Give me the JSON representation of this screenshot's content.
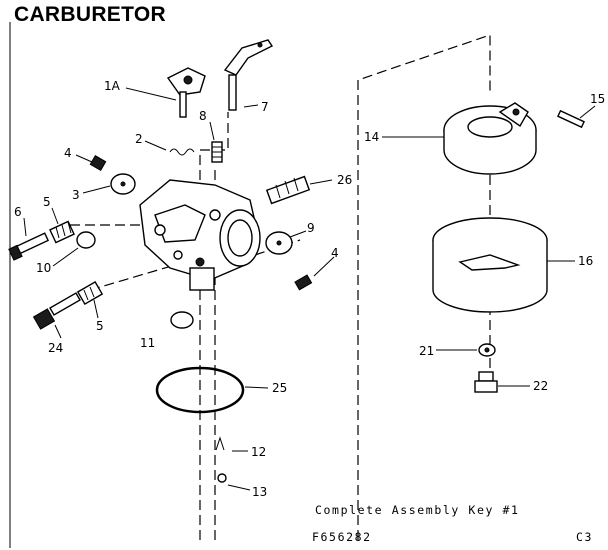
{
  "title": "CARBURETOR",
  "parts": {
    "p1A": "1A",
    "p7": "7",
    "p2": "2",
    "p8": "8",
    "p4a": "4",
    "p3": "3",
    "p26": "26",
    "p6": "6",
    "p5a": "5",
    "p9": "9",
    "p4b": "4",
    "p10": "10",
    "p5b": "5",
    "p24": "24",
    "p11": "11",
    "p25": "25",
    "p12": "12",
    "p13": "13",
    "p14": "14",
    "p15": "15",
    "p16": "16",
    "p21": "21",
    "p22": "22"
  },
  "footer": {
    "assembly_note": "Complete Assembly Key #1",
    "drawing_number": "F656282",
    "page_code": "C3"
  }
}
